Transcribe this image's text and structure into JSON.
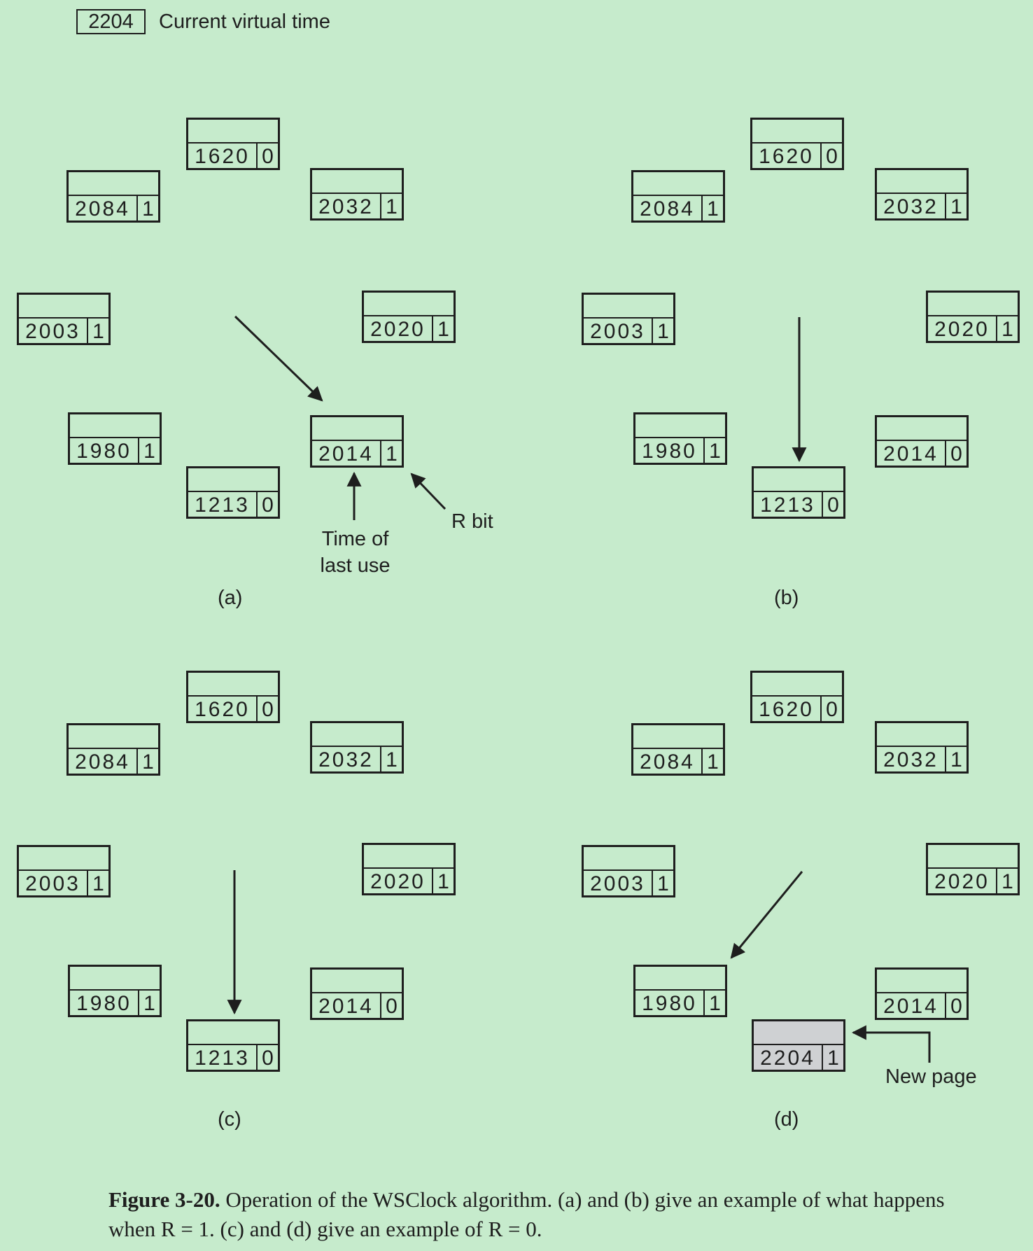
{
  "current_virtual_time": {
    "value": "2204",
    "label": "Current virtual time"
  },
  "panels": [
    {
      "label": "(a)",
      "pages": [
        {
          "time": "1620",
          "r": "0"
        },
        {
          "time": "2032",
          "r": "1"
        },
        {
          "time": "2020",
          "r": "1"
        },
        {
          "time": "2014",
          "r": "1"
        },
        {
          "time": "1213",
          "r": "0"
        },
        {
          "time": "1980",
          "r": "1"
        },
        {
          "time": "2003",
          "r": "1"
        },
        {
          "time": "2084",
          "r": "1"
        }
      ]
    },
    {
      "label": "(b)",
      "pages": [
        {
          "time": "1620",
          "r": "0"
        },
        {
          "time": "2032",
          "r": "1"
        },
        {
          "time": "2020",
          "r": "1"
        },
        {
          "time": "2014",
          "r": "0"
        },
        {
          "time": "1213",
          "r": "0"
        },
        {
          "time": "1980",
          "r": "1"
        },
        {
          "time": "2003",
          "r": "1"
        },
        {
          "time": "2084",
          "r": "1"
        }
      ]
    },
    {
      "label": "(c)",
      "pages": [
        {
          "time": "1620",
          "r": "0"
        },
        {
          "time": "2032",
          "r": "1"
        },
        {
          "time": "2020",
          "r": "1"
        },
        {
          "time": "2014",
          "r": "0"
        },
        {
          "time": "1213",
          "r": "0"
        },
        {
          "time": "1980",
          "r": "1"
        },
        {
          "time": "2003",
          "r": "1"
        },
        {
          "time": "2084",
          "r": "1"
        }
      ]
    },
    {
      "label": "(d)",
      "pages": [
        {
          "time": "1620",
          "r": "0"
        },
        {
          "time": "2032",
          "r": "1"
        },
        {
          "time": "2020",
          "r": "1"
        },
        {
          "time": "2014",
          "r": "0"
        },
        {
          "time": "2204",
          "r": "1"
        },
        {
          "time": "1980",
          "r": "1"
        },
        {
          "time": "2003",
          "r": "1"
        },
        {
          "time": "2084",
          "r": "1"
        }
      ]
    }
  ],
  "annotations": {
    "time_of_last_use_line1": "Time of",
    "time_of_last_use_line2": "last use",
    "r_bit": "R bit",
    "new_page": "New page"
  },
  "caption": {
    "figure": "Figure 3-20.",
    "text": "Operation of the WSClock algorithm. (a) and (b) give an example of what happens when R = 1. (c) and (d) give an example of R = 0."
  }
}
